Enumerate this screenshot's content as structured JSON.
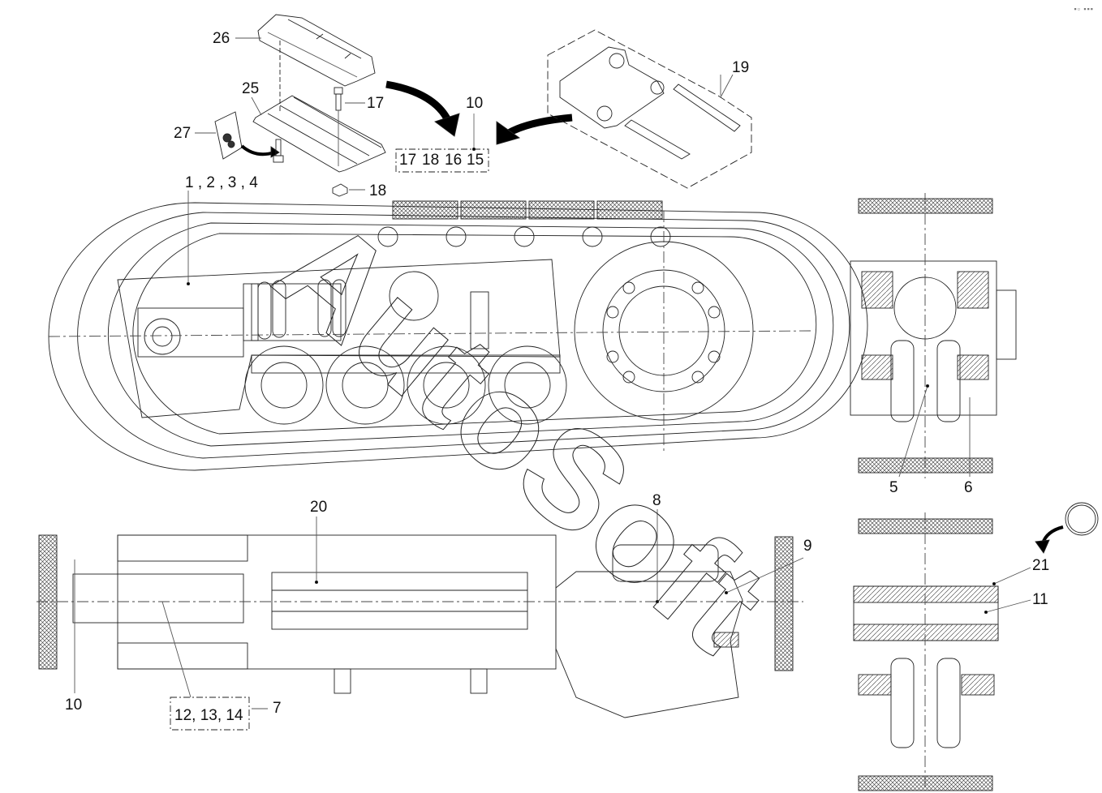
{
  "diagram": {
    "title": "Track undercarriage assembly – exploded parts view",
    "corner_mark": "▪▫ ▪▪▪",
    "watermark": "AutoSoft",
    "callouts": {
      "c26": "26",
      "c25": "25",
      "c17a": "17",
      "c27": "27",
      "c18a": "18",
      "c1234": "1 , 2 , 3 , 4",
      "c10a": "10",
      "c19": "19",
      "group_box": [
        "17",
        "18",
        "16",
        "15"
      ],
      "c20": "20",
      "c8": "8",
      "c9": "9",
      "c10b": "10",
      "c7": "7",
      "group_box2": "12, 13, 14",
      "c5": "5",
      "c6": "6",
      "c21": "21",
      "c11": "11"
    },
    "views": [
      {
        "name": "track-shoe-exploded",
        "parts": [
          "26",
          "25",
          "17",
          "18",
          "27"
        ]
      },
      {
        "name": "track-link-kit",
        "parts": [
          "19"
        ]
      },
      {
        "name": "side-elevation",
        "parts": [
          "1",
          "2",
          "3",
          "4",
          "10",
          "15",
          "16",
          "17",
          "18"
        ]
      },
      {
        "name": "plan-view",
        "parts": [
          "20",
          "8",
          "9",
          "10",
          "7",
          "12",
          "13",
          "14"
        ]
      },
      {
        "name": "section-roller",
        "parts": [
          "5",
          "6"
        ]
      },
      {
        "name": "section-idler",
        "parts": [
          "21",
          "11"
        ]
      }
    ]
  }
}
